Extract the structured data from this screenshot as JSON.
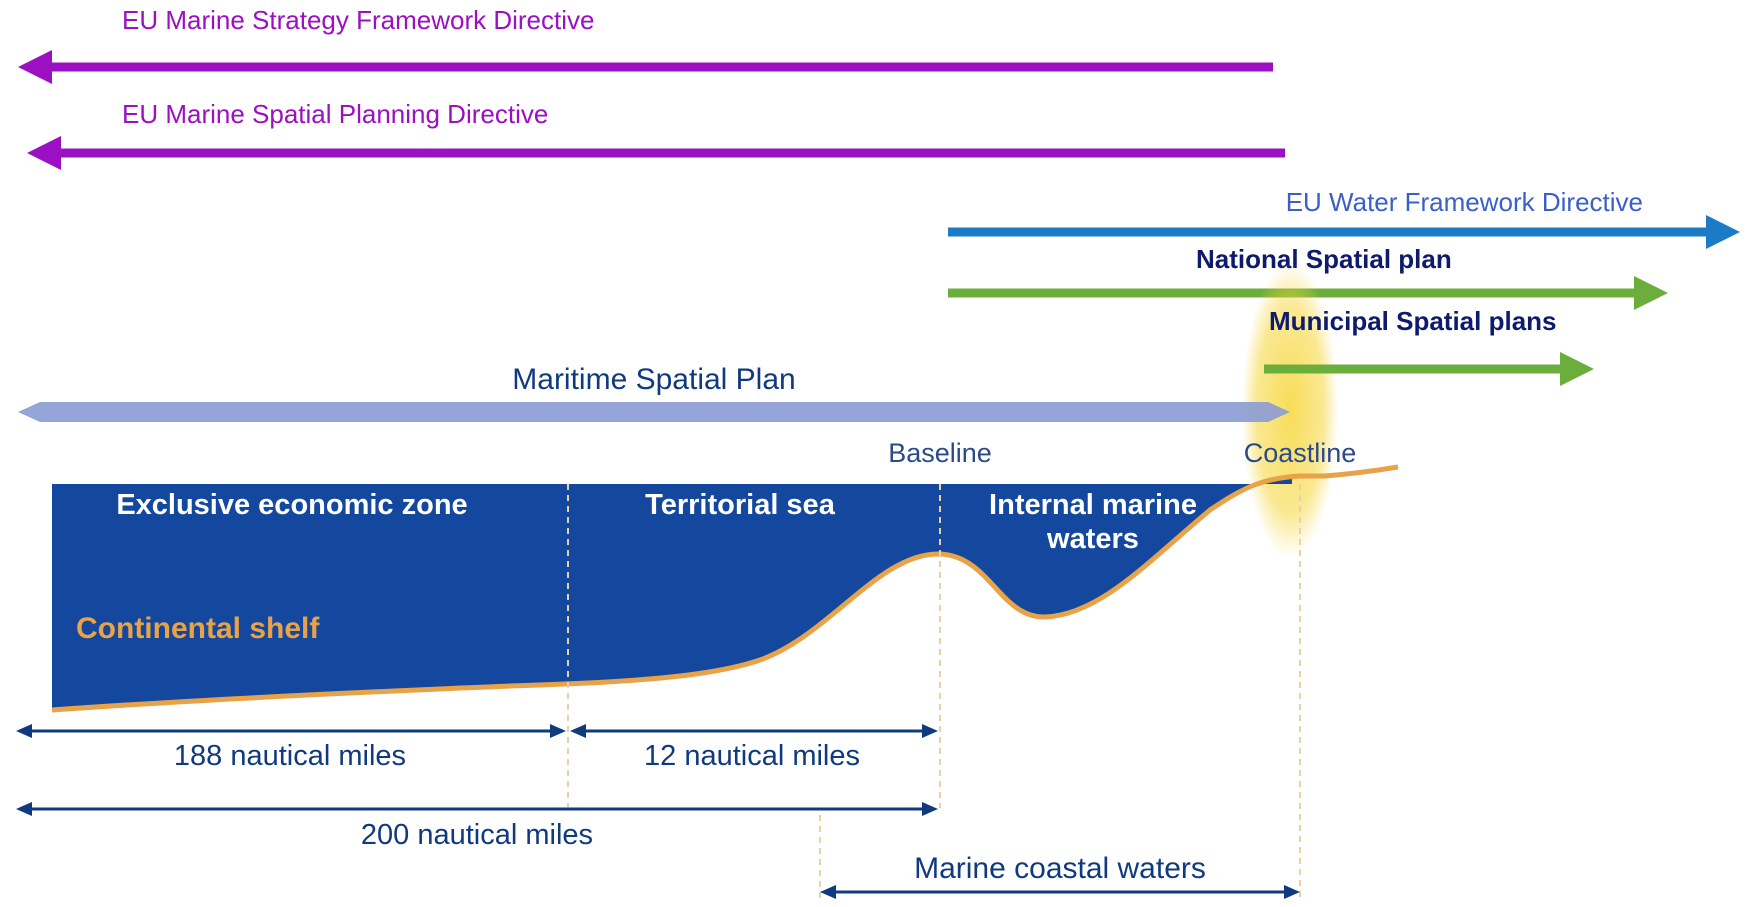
{
  "directives": {
    "msfd": "EU Marine Strategy Framework Directive",
    "mspd": "EU Marine Spatial Planning Directive",
    "wfd": "EU Water Framework Directive"
  },
  "plans": {
    "national": "National Spatial plan",
    "municipal": "Municipal Spatial plans",
    "maritime": "Maritime Spatial Plan"
  },
  "lines": {
    "baseline": "Baseline",
    "coastline": "Coastline"
  },
  "zones": {
    "eez": "Exclusive economic zone",
    "territorial": "Territorial sea",
    "internal_line1": "Internal marine",
    "internal_line2": "waters",
    "shelf": "Continental shelf"
  },
  "distances": {
    "d188": "188 nautical miles",
    "d12": "12 nautical miles",
    "d200": "200 nautical miles",
    "coastal": "Marine coastal waters"
  },
  "colors": {
    "purple": "#9a10c2",
    "blue": "#1b7bc6",
    "green": "#6cae3c",
    "navy": "#103a9e",
    "sand": "#e8a348",
    "maritime": "#8b9bd3",
    "highlight": "#f6d63a"
  }
}
